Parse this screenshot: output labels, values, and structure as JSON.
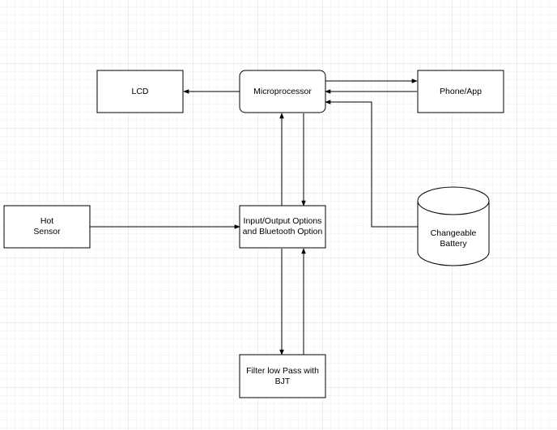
{
  "diagram": {
    "nodes": {
      "lcd": {
        "label": "LCD"
      },
      "microprocessor": {
        "label": "Microprocessor"
      },
      "phone_app": {
        "label": "Phone/App"
      },
      "hot_sensor": {
        "label": "Hot\nSensor"
      },
      "io_options": {
        "label": "Input/Output Options\nand Bluetooth Option"
      },
      "battery": {
        "label": "Changeable\nBattery"
      },
      "filter": {
        "label": "Filter low Pass with\nBJT"
      }
    },
    "edges": [
      {
        "from": "microprocessor",
        "to": "lcd"
      },
      {
        "from": "microprocessor",
        "to": "phone_app"
      },
      {
        "from": "phone_app",
        "to": "microprocessor"
      },
      {
        "from": "battery",
        "to": "microprocessor"
      },
      {
        "from": "io_options",
        "to": "microprocessor"
      },
      {
        "from": "microprocessor",
        "to": "io_options"
      },
      {
        "from": "hot_sensor",
        "to": "io_options"
      },
      {
        "from": "io_options",
        "to": "filter"
      },
      {
        "from": "filter",
        "to": "io_options"
      }
    ],
    "colors": {
      "stroke": "#000000",
      "fill": "#ffffff",
      "grid": "#ececec"
    }
  }
}
